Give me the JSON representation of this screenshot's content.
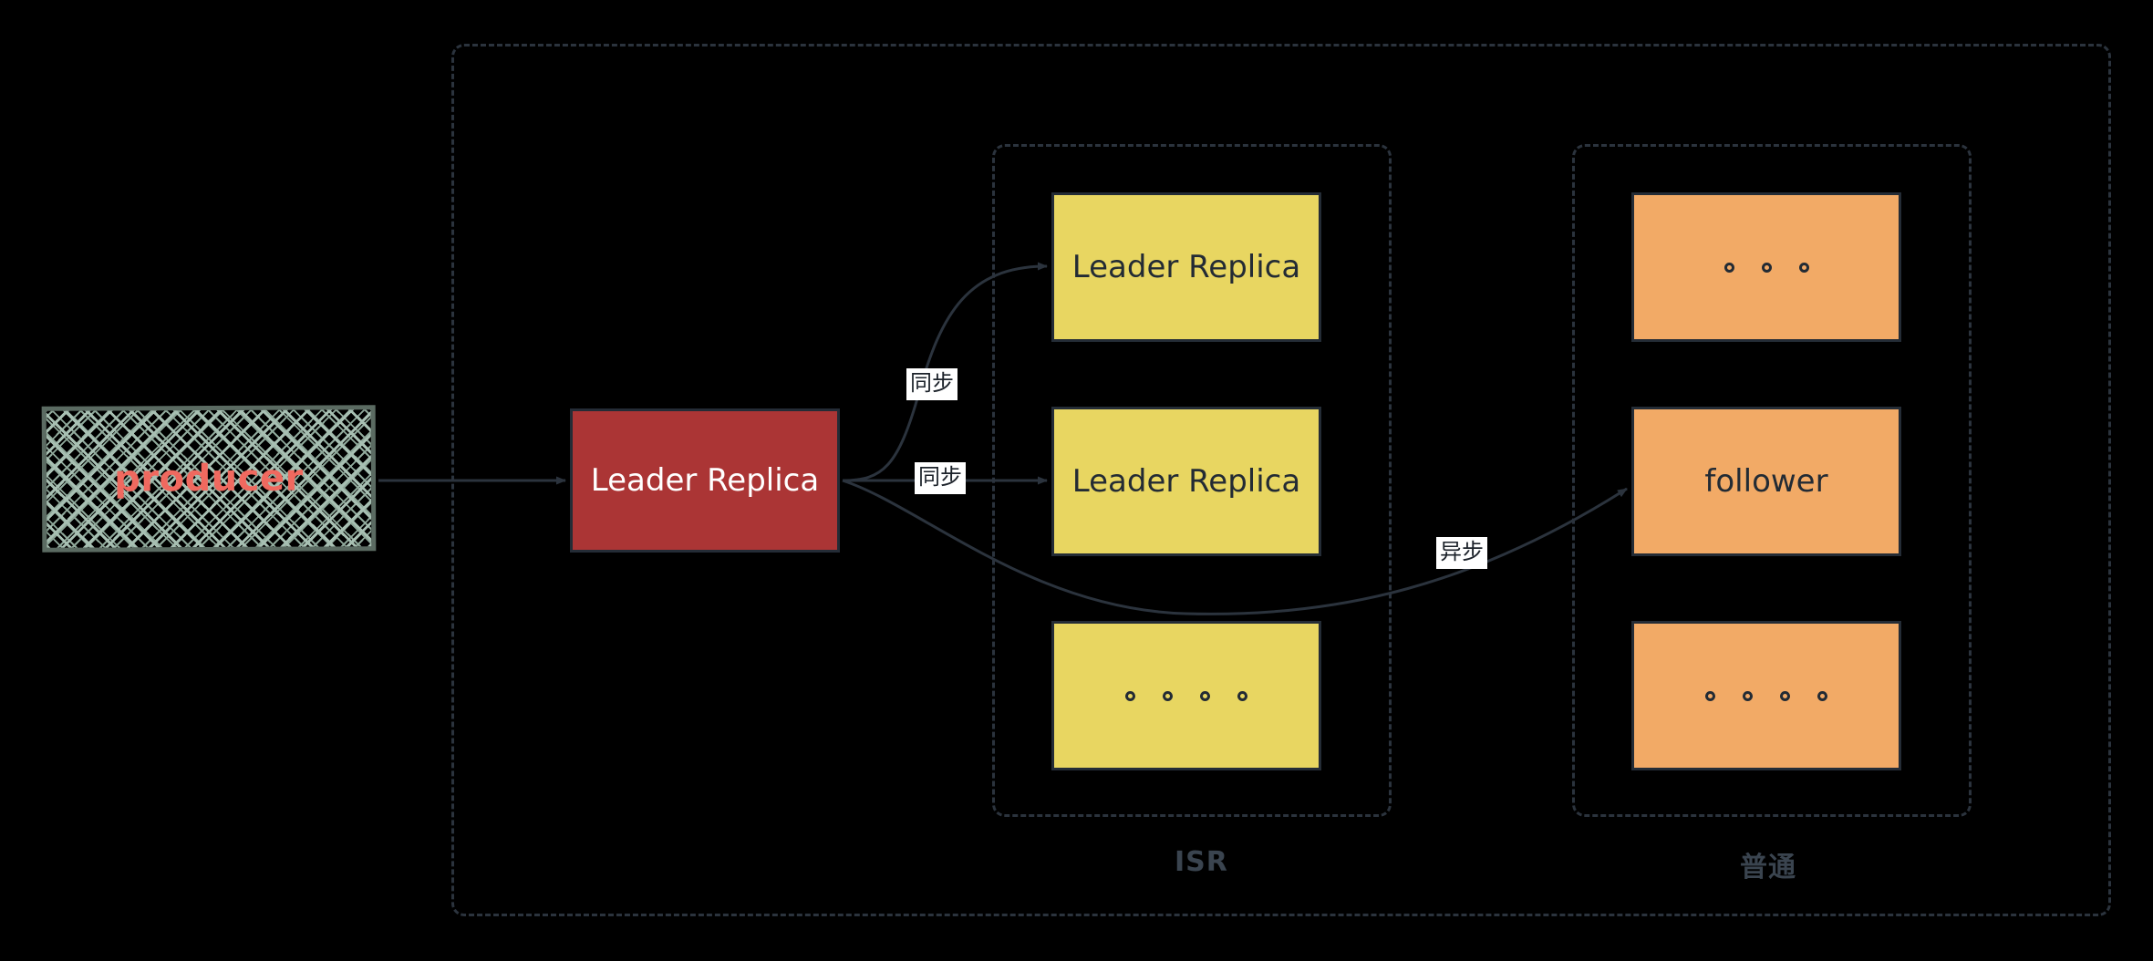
{
  "diagram": {
    "title": "Kafka replica synchronization diagram",
    "background_color": "#000000",
    "groups": [
      {
        "id": "outer",
        "label": "",
        "style": "dashed"
      },
      {
        "id": "isr",
        "label": "ISR",
        "style": "dashed"
      },
      {
        "id": "normal",
        "label": "普通",
        "style": "dashed"
      }
    ],
    "nodes": {
      "producer": {
        "label": "producer",
        "fill": "hatched-green",
        "text_color": "#f0695f"
      },
      "leader_main": {
        "label": "Leader Replica",
        "fill": "#ab3535",
        "text_color": "#ffffff"
      },
      "isr": [
        {
          "label": "Leader Replica",
          "fill": "#e8d661",
          "kind": "text"
        },
        {
          "label": "Leader Replica",
          "fill": "#e8d661",
          "kind": "text"
        },
        {
          "label": "。。。。",
          "fill": "#e8d661",
          "kind": "dots",
          "dot_count": 4
        }
      ],
      "normal": [
        {
          "label": "。。。",
          "fill": "#f2aa66",
          "kind": "dots",
          "dot_count": 3
        },
        {
          "label": "follower",
          "fill": "#f2aa66",
          "kind": "text"
        },
        {
          "label": "。。。。",
          "fill": "#f2aa66",
          "kind": "dots",
          "dot_count": 4
        }
      ]
    },
    "edges": [
      {
        "from": "producer",
        "to": "leader_main",
        "label": ""
      },
      {
        "from": "leader_main",
        "to": "isr.0",
        "label": "同步"
      },
      {
        "from": "leader_main",
        "to": "isr.1",
        "label": "同步"
      },
      {
        "from": "leader_main",
        "to": "normal.1",
        "label": "异步"
      }
    ],
    "edge_labels": {
      "sync_top": "同步",
      "sync_mid": "同步",
      "async": "异步"
    },
    "colors": {
      "stroke": "#2b333d",
      "node_border": "#242c36",
      "yellow": "#e8d661",
      "orange": "#f2aa66",
      "red": "#ab3535",
      "producer_hatch": "#a7bfb2",
      "producer_text": "#f0695f",
      "group_label": "#3a444f",
      "label_chip_bg": "#ffffff"
    }
  }
}
